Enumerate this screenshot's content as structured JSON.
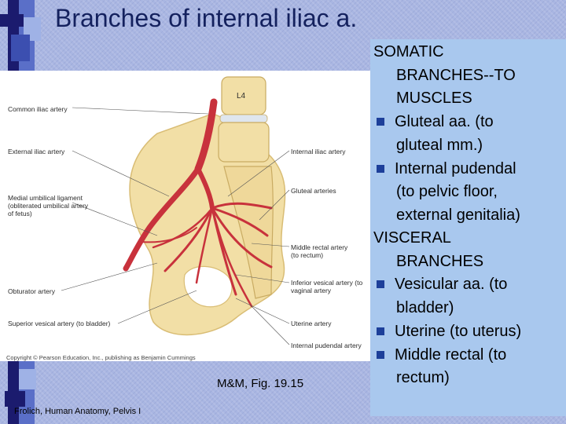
{
  "slide": {
    "title": "Branches of internal iliac a.",
    "figure_reference": "M&M, Fig. 19.15",
    "footer": "Frolich, Human Anatomy, Pelvis I"
  },
  "figure": {
    "vertebra_label": "L4",
    "copyright": "Copyright © Pearson Education, Inc., publishing as Benjamin Cummings",
    "labels_left": [
      "Common iliac artery",
      "External iliac artery",
      "Medial umbilical ligament",
      "(obliterated umbilical artery",
      "of fetus)",
      "Obturator artery",
      "Superior vesical artery (to bladder)"
    ],
    "labels_right": [
      "Internal iliac artery",
      "Gluteal arteries",
      "Middle rectal artery",
      "(to rectum)",
      "Inferior vesical artery (to",
      "vaginal artery",
      "Uterine artery",
      "Internal pudendal artery"
    ]
  },
  "text_panel": {
    "lines": [
      "SOMATIC",
      "BRANCHES--TO",
      "MUSCLES",
      "Gluteal aa. (to",
      "gluteal mm.)",
      "Internal pudendal",
      "(to pelvic floor,",
      "external genitalia)",
      "VISCERAL",
      "BRANCHES",
      "Vesicular aa. (to",
      "bladder)",
      "Uterine (to uterus)",
      "Middle rectal (to",
      "rectum)"
    ]
  },
  "colors": {
    "background": "#a9b6e2",
    "text_panel": "#a9c8ee",
    "title": "#14215e",
    "bullet": "#1d3f9a",
    "artery": "#c8323c",
    "bone": "#f2dfa6"
  }
}
